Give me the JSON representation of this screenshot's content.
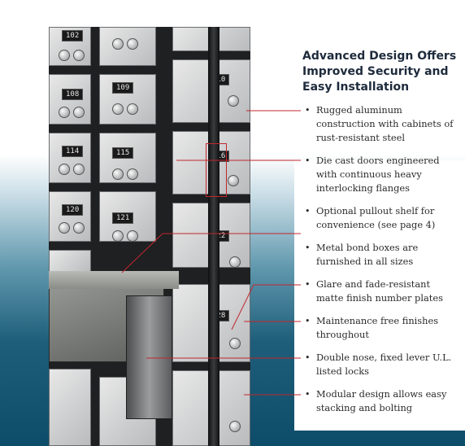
{
  "heading": "Advanced Design Offers Improved Security and Easy Installation",
  "bullet_glyph": "•",
  "features": [
    "Rugged aluminum construction with cabinets of rust-resistant steel",
    "Die cast doors engineered with continuous heavy interlocking flanges",
    "Optional pullout shelf for convenience (see page 4)",
    "Metal bond boxes are furnished in all sizes",
    "Glare and fade-resistant matte finish number plates",
    "Maintenance free finishes throughout",
    "Double nose, fixed lever U.L. listed locks",
    "Modular design allows easy stacking and bolting"
  ],
  "box_numbers": [
    "102",
    "109",
    "110",
    "108",
    "114",
    "115",
    "116",
    "120",
    "121",
    "122",
    "128"
  ],
  "colors": {
    "leader_line": "#c1272d",
    "heading_text": "#1e2b3c",
    "background_bottom": "#0d4d69"
  }
}
